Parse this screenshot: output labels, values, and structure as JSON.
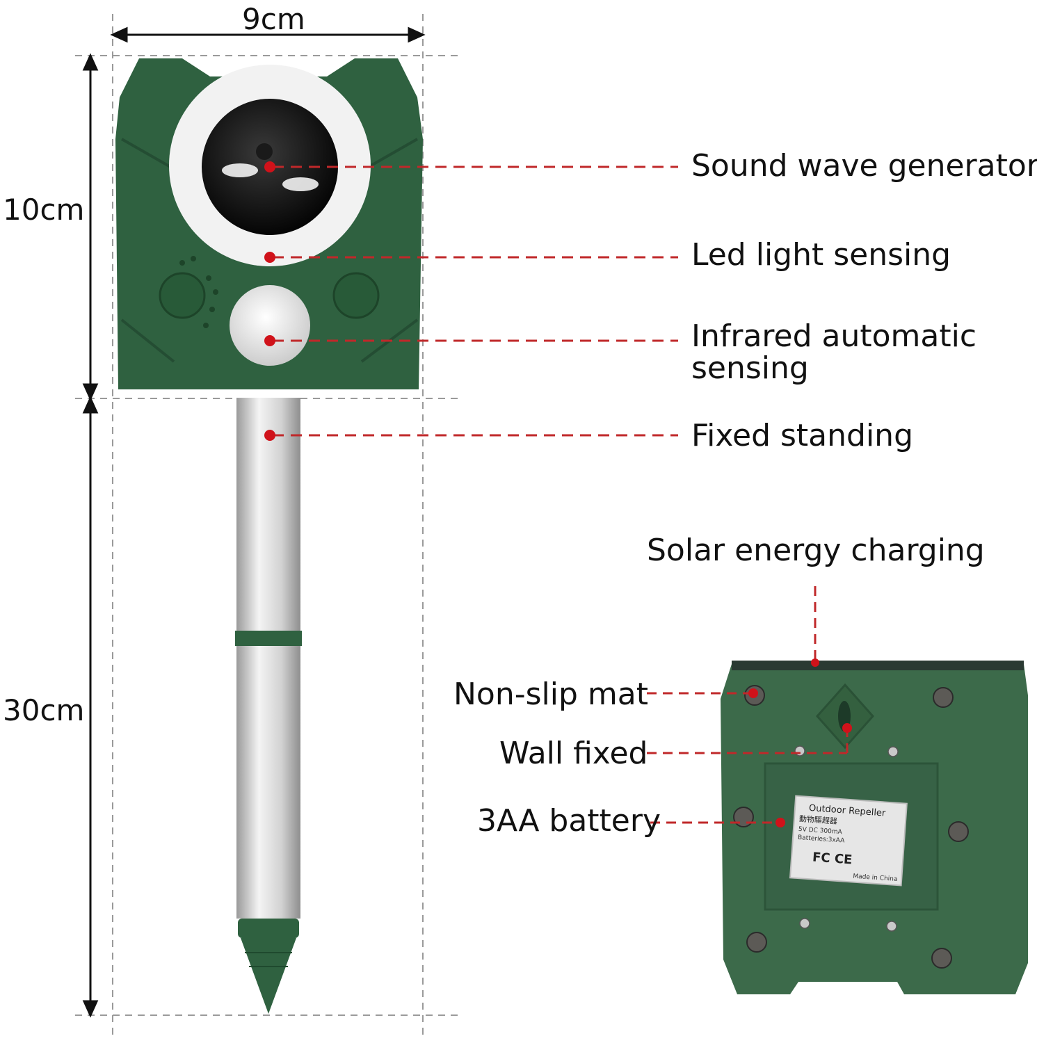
{
  "dimensions": {
    "width_label": "9cm",
    "head_height_label": "10cm",
    "stake_height_label": "30cm"
  },
  "front_callouts": [
    "Sound wave generator",
    "Led light sensing",
    "Infrared automatic sensing",
    "Fixed standing"
  ],
  "back_callouts": {
    "top": "Solar energy charging",
    "left": [
      "Non-slip mat",
      "Wall fixed",
      "3AA battery"
    ]
  },
  "label_plate": {
    "line1": "Outdoor Repeller",
    "line2": "動物驅趕器",
    "line3": "5V  DC  300mA",
    "line4": "Batteries:3xAA",
    "marks": "FC CE",
    "origin": "Made in China"
  },
  "colors": {
    "device_green": "#2f6140",
    "back_green": "#3c6a4a",
    "callout_red": "#c0282a",
    "guide_gray": "#8a8a8a",
    "stake_silver": "#d9d9d9"
  }
}
